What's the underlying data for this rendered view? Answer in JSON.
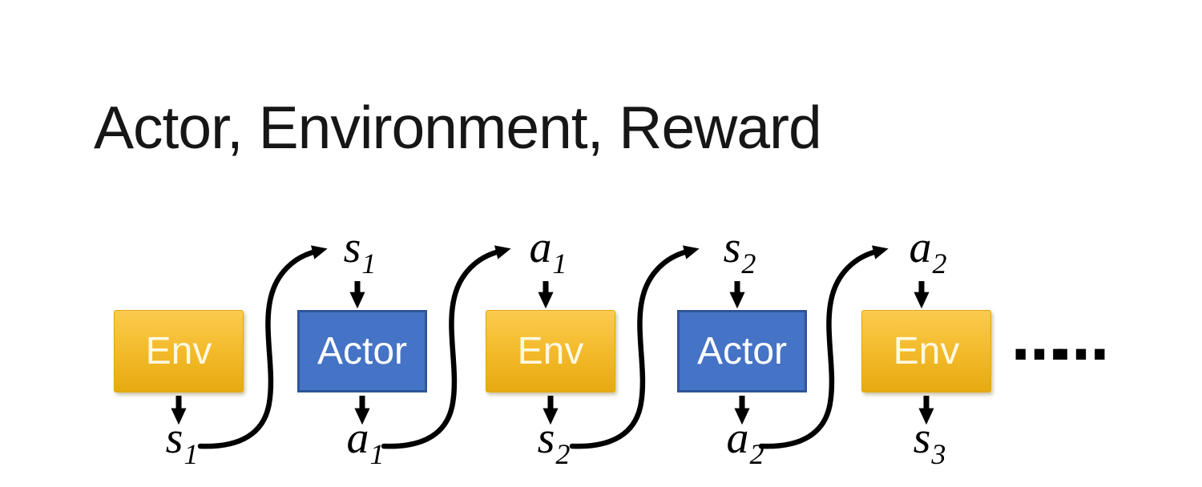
{
  "title": "Actor, Environment, Reward",
  "diagram": {
    "nodes": [
      {
        "label": "Env",
        "kind": "environment"
      },
      {
        "label": "Actor",
        "kind": "actor"
      },
      {
        "label": "Env",
        "kind": "environment"
      },
      {
        "label": "Actor",
        "kind": "actor"
      },
      {
        "label": "Env",
        "kind": "environment"
      }
    ],
    "top_labels": [
      {
        "base": "s",
        "sub": "1"
      },
      {
        "base": "a",
        "sub": "1"
      },
      {
        "base": "s",
        "sub": "2"
      },
      {
        "base": "a",
        "sub": "2"
      }
    ],
    "bottom_labels": [
      {
        "base": "s",
        "sub": "1"
      },
      {
        "base": "a",
        "sub": "1"
      },
      {
        "base": "s",
        "sub": "2"
      },
      {
        "base": "a",
        "sub": "2"
      },
      {
        "base": "s",
        "sub": "3"
      }
    ],
    "ellipsis": "……"
  },
  "colors": {
    "env_fill_top": "#FCCB4E",
    "env_fill_bottom": "#E7AA10",
    "env_text": "#FEF9E0",
    "actor_fill": "#4573C5",
    "actor_border": "#2F5597",
    "actor_text": "#FFFFFF",
    "arrow": "#000000",
    "title_text": "#161616",
    "background": "#FFFFFF"
  }
}
